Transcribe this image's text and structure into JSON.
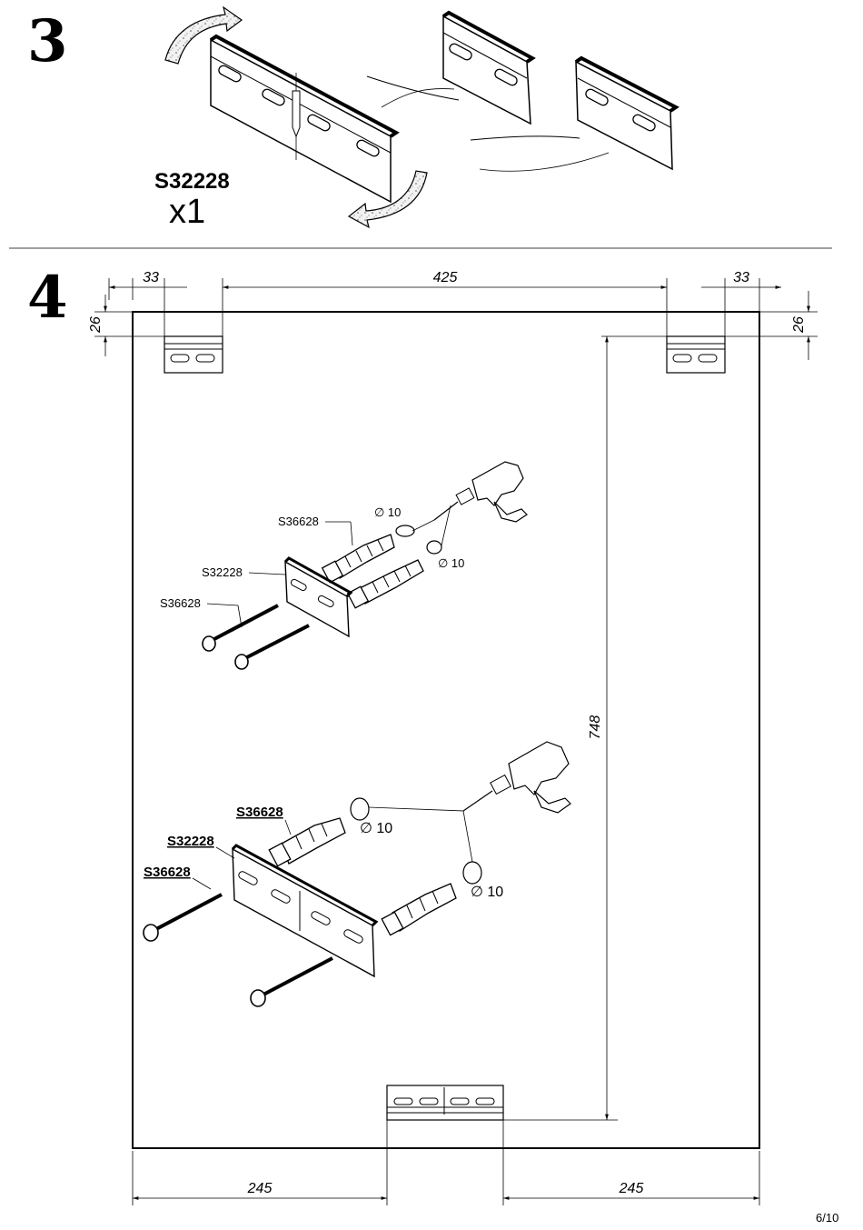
{
  "step3": {
    "number": "3",
    "part_code": "S32228",
    "quantity": "x1"
  },
  "step4": {
    "number": "4",
    "dimensions": {
      "left_offset": "33",
      "top_span": "425",
      "right_offset": "33",
      "top_left_height": "26",
      "top_right_height": "26",
      "vertical_span": "748",
      "bottom_left": "245",
      "bottom_right": "245"
    },
    "detail_small": {
      "dowel_label": "S36628",
      "bracket_label": "S32228",
      "screw_label": "S36628",
      "drill_diameter_1": "∅ 10",
      "drill_diameter_2": "∅ 10"
    },
    "detail_large": {
      "dowel_label": "S36628",
      "bracket_label": "S32228",
      "screw_label": "S36628",
      "drill_diameter_1": "∅ 10",
      "drill_diameter_2": "∅ 10"
    }
  },
  "footer": {
    "page_number": "6/10"
  }
}
